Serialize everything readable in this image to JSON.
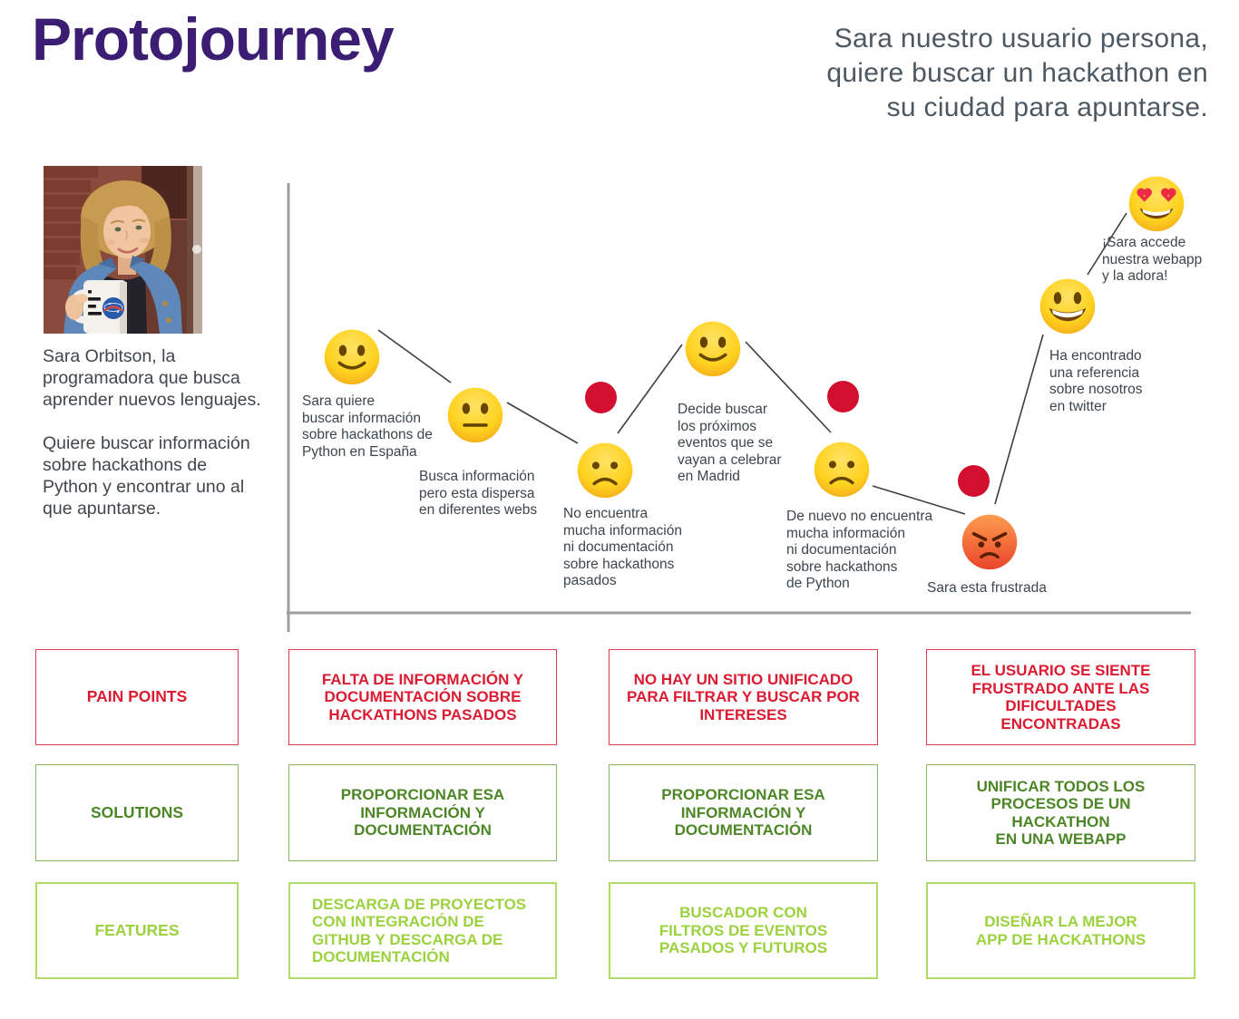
{
  "title": "Protojourney",
  "header_note": "Sara nuestro usuario persona,\nquiere buscar un hackathon en\nsu ciudad para apuntarse.",
  "persona": {
    "photo_alt": "Sara, smiling woman in denim jacket holding a NASA mug that reads I NEED MY SPACE",
    "bio_1": "Sara Orbitson, la\nprogramadora que busca\naprender nuevos lenguajes.",
    "bio_2": "Quiere buscar información\nsobre hackathons de\nPython y encontrar uno al\nque apuntarse."
  },
  "journey": {
    "steps": [
      {
        "emoji": "slightly-smiling",
        "label": "Sara quiere\nbuscar información\nsobre hackathons de\nPython en España"
      },
      {
        "emoji": "neutral",
        "label": "Busca información\npero esta dispersa\nen diferentes webs"
      },
      {
        "emoji": "frowning",
        "label": "No encuentra\nmucha información\nni documentación\nsobre hackathons\npasados"
      },
      {
        "emoji": "slightly-smiling",
        "label": "Decide buscar\nlos próximos\neventos que se\nvayan a celebrar\nen Madrid"
      },
      {
        "emoji": "frowning",
        "label": "De nuevo no encuentra\nmucha información\nni documentación\nsobre hackathons\nde Python"
      },
      {
        "emoji": "angry",
        "label": "Sara esta frustrada"
      },
      {
        "emoji": "grinning",
        "label": "Ha encontrado\nuna referencia\nsobre nosotros\nen twitter"
      },
      {
        "emoji": "heart-eyes",
        "label": "¡Sara accede\nnuestra webapp\ny la adora!"
      }
    ],
    "pain_marker_count": 3
  },
  "matrix": {
    "rows": [
      {
        "label": "PAIN POINTS",
        "cells": [
          "FALTA DE INFORMACIÓN Y\nDOCUMENTACIÓN SOBRE\nHACKATHONS PASADOS",
          "NO HAY UN SITIO UNIFICADO\nPARA FILTRAR Y BUSCAR POR\nINTERESES",
          "EL USUARIO SE SIENTE\nFRUSTRADO ANTE LAS\nDIFICULTADES\nENCONTRADAS"
        ]
      },
      {
        "label": "SOLUTIONS",
        "cells": [
          "PROPORCIONAR ESA\nINFORMACIÓN Y\nDOCUMENTACIÓN",
          "PROPORCIONAR ESA\nINFORMACIÓN Y\nDOCUMENTACIÓN",
          "UNIFICAR TODOS LOS\nPROCESOS DE UN\nHACKATHON\nEN UNA WEBAPP"
        ]
      },
      {
        "label": "FEATURES",
        "cells": [
          "DESCARGA DE PROYECTOS\nCON INTEGRACIÓN DE\nGITHUB Y DESCARGA DE\nDOCUMENTACIÓN",
          "BUSCADOR CON\nFILTROS DE EVENTOS\nPASADOS Y FUTUROS",
          "DISEÑAR LA MEJOR\nAPP DE HACKATHONS"
        ]
      }
    ]
  },
  "colors": {
    "title_purple": "#3c1d74",
    "header_gray": "#4d5962",
    "pain_red": "#db1b31",
    "marker_red": "#d30f2f",
    "solution_green": "#4c8626",
    "feature_lime": "#9cd13f",
    "connector_gray": "#3f3f3f",
    "axis_gray": "#9d9d9d"
  }
}
